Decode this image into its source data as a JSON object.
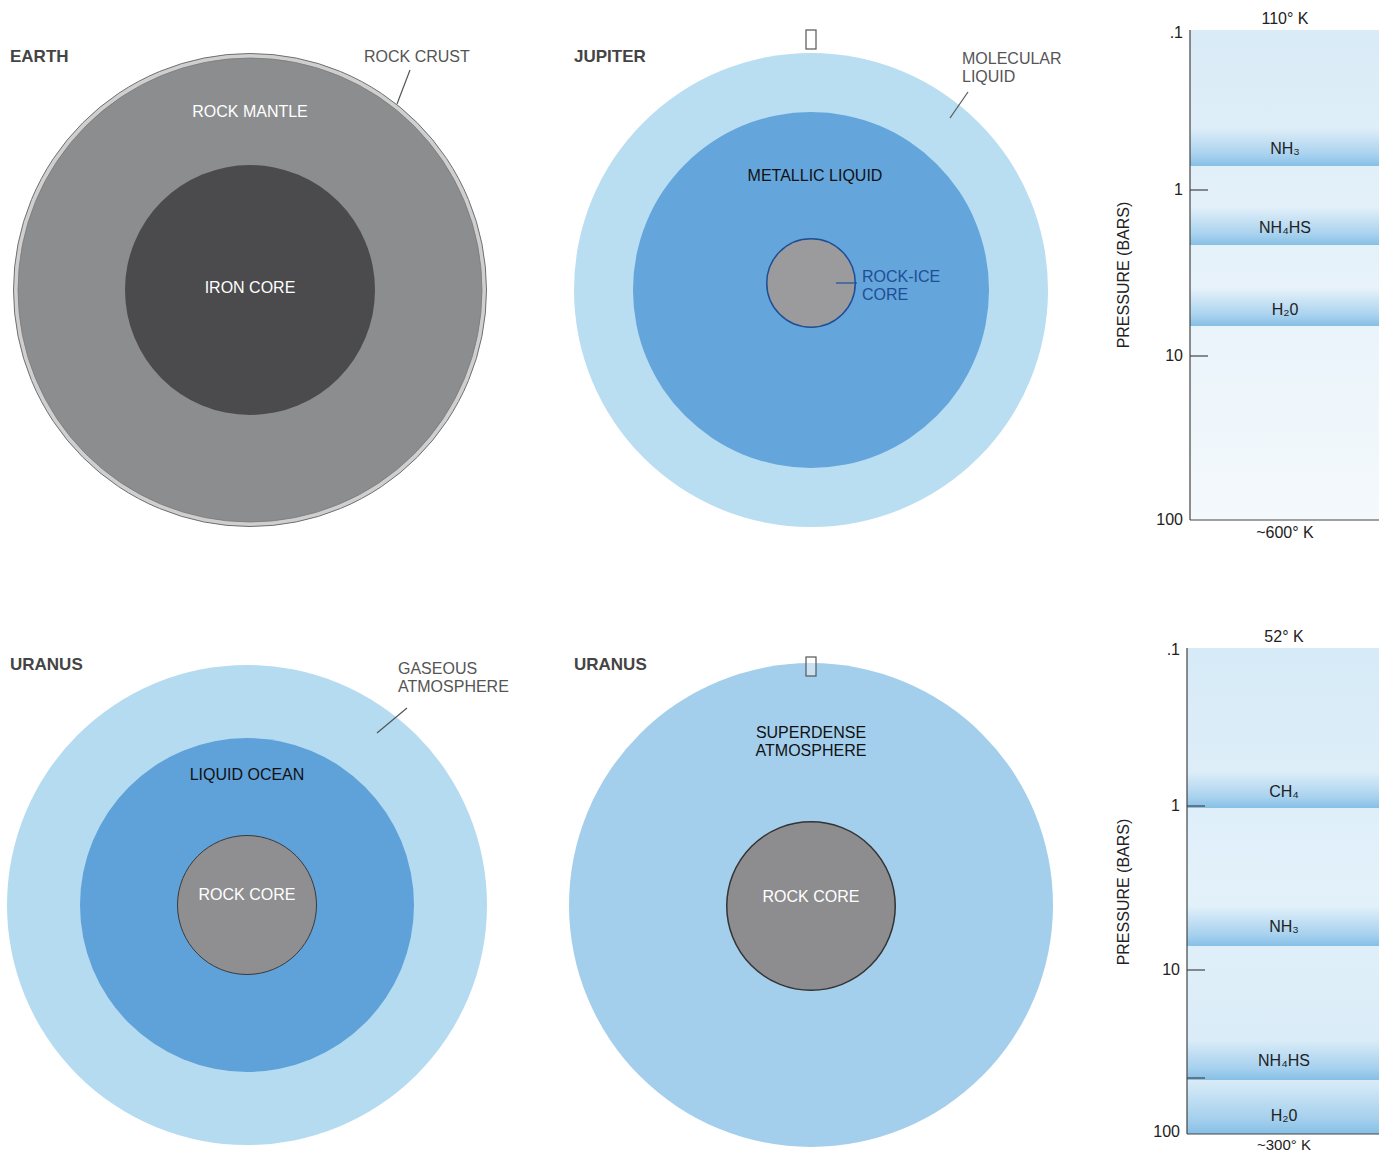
{
  "diagram": {
    "nodes": [
      {
        "text": [
          "ROCK MANTLE"
        ]
      },
      {
        "text": [
          "IRON CORE"
        ],
        "in": 0
      },
      {
        "text": [
          "MOLECULAR LIQUID"
        ]
      },
      {
        "text": [
          "METALLIC LIQUID"
        ],
        "in": 2
      },
      {
        "text": [
          "ROCK-ICE CORE"
        ],
        "in": 3
      },
      {
        "text": [
          "110° K",
          "~600° K"
        ]
      },
      {
        "text": [
          "NH₃"
        ],
        "in": 5
      },
      {
        "text": [
          "NH₄HS"
        ],
        "in": 5
      },
      {
        "text": [
          "H₂0"
        ],
        "in": 5
      },
      {
        "text": [
          "GASEOUS ATMOSPHERE"
        ]
      },
      {
        "text": [
          "LIQUID OCEAN"
        ],
        "in": 9
      },
      {
        "text": [
          "ROCK CORE"
        ],
        "in": 10
      },
      {
        "text": [
          "SUPERDENSE ATMOSPHERE"
        ]
      },
      {
        "text": [
          "ROCK CORE"
        ],
        "in": 12
      },
      {
        "text": [
          "52° K",
          "~300° K"
        ]
      },
      {
        "text": [
          "CH₄"
        ],
        "in": 14
      },
      {
        "text": [
          "NH₃"
        ],
        "in": 14
      },
      {
        "text": [
          "NH₄HS"
        ],
        "in": 14
      },
      {
        "text": [
          "H₂0"
        ],
        "in": 14
      }
    ],
    "labels": [
      "EARTH",
      "ROCK CRUST",
      "JUPITER",
      ".1",
      "1",
      "10",
      "100",
      "PRESSURE (BARS)",
      "URANUS",
      "URANUS",
      ".1",
      "1",
      "10",
      "100",
      "PRESSURE (BARS)"
    ]
  }
}
